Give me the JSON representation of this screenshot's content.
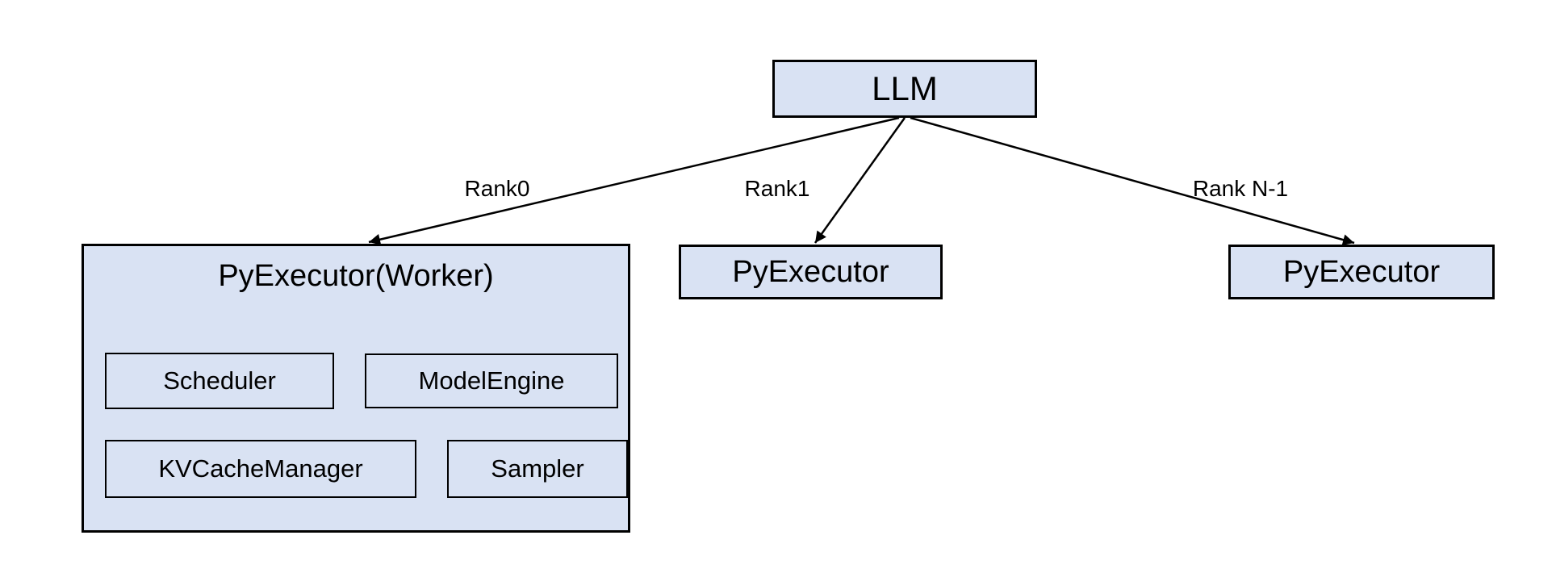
{
  "diagram": {
    "root": {
      "label": "LLM"
    },
    "edges": [
      {
        "label": "Rank0",
        "from": "LLM",
        "to": "PyExecutor(Worker)"
      },
      {
        "label": "Rank1",
        "from": "LLM",
        "to": "PyExecutor"
      },
      {
        "label": "Rank N-1",
        "from": "LLM",
        "to": "PyExecutor"
      }
    ],
    "worker0": {
      "title": "PyExecutor(Worker)",
      "components": [
        "Scheduler",
        "ModelEngine",
        "KVCacheManager",
        "Sampler"
      ]
    },
    "worker1": {
      "label": "PyExecutor"
    },
    "workerN": {
      "label": "PyExecutor"
    },
    "colors": {
      "box_fill": "#d9e2f3",
      "box_border": "#000000",
      "arrow": "#000000",
      "background": "#ffffff"
    }
  }
}
